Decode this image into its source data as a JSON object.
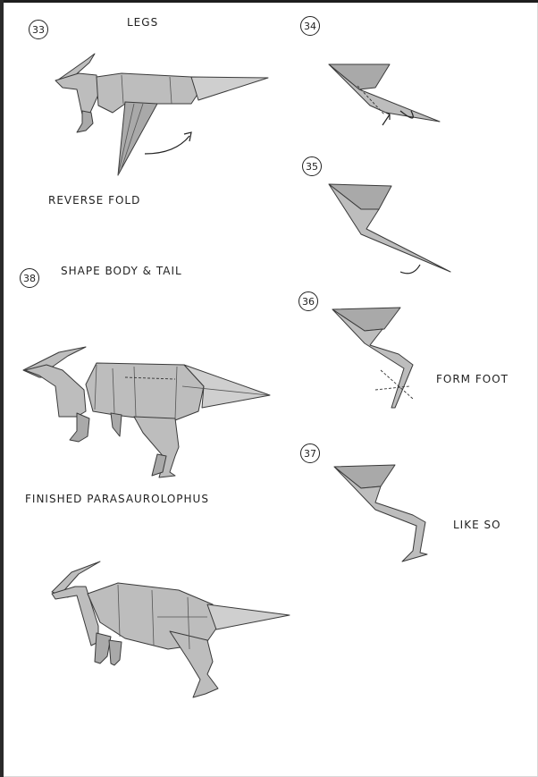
{
  "steps": [
    {
      "number": "33",
      "title": "LEGS",
      "caption": "REVERSE FOLD"
    },
    {
      "number": "34"
    },
    {
      "number": "35"
    },
    {
      "number": "36",
      "caption": "FORM FOOT"
    },
    {
      "number": "37",
      "caption": "LIKE SO"
    },
    {
      "number": "38",
      "title": "SHAPE BODY & TAIL",
      "caption": "FINISHED   PARASAUROLOPHUS"
    }
  ],
  "colors": {
    "paper": "#bdbdbd",
    "ink": "#222222"
  }
}
